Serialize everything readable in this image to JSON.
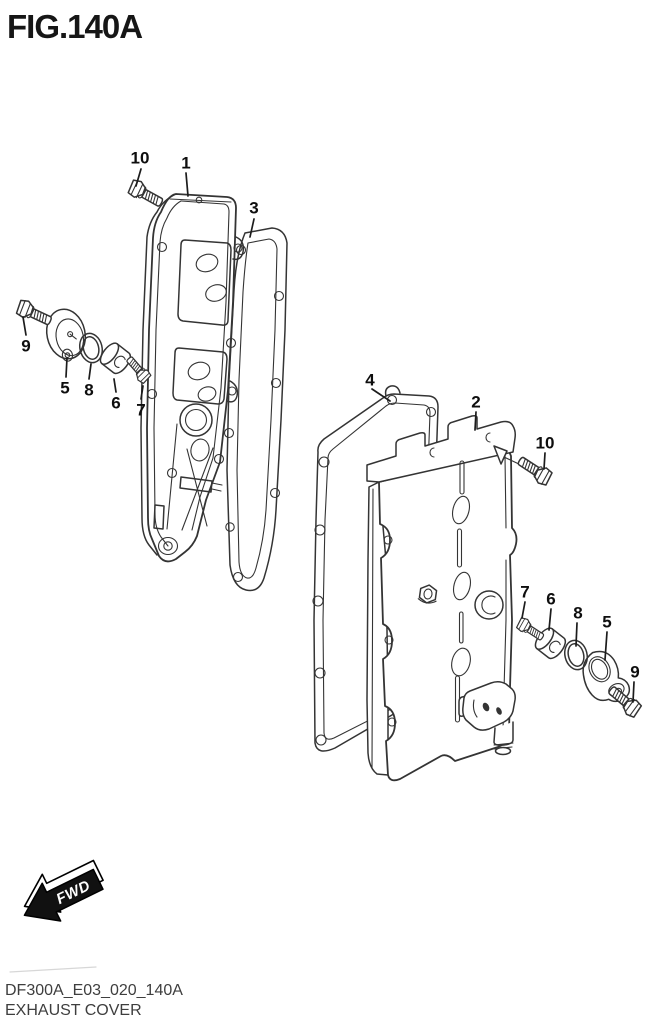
{
  "title": "FIG.140A",
  "footer": {
    "drawing_code": "DF300A_E03_020_140A",
    "figure_name": "EXHAUST COVER"
  },
  "orientation": {
    "label": "FWD"
  },
  "colors": {
    "background": "#ffffff",
    "line_art": "#343434",
    "callout_text": "#0e0e0e",
    "footer_text": "#3e3e3e",
    "fwd_arrow_fill": "#111111"
  },
  "callouts": [
    {
      "label": "10"
    },
    {
      "label": "1"
    },
    {
      "label": "3"
    },
    {
      "label": "9"
    },
    {
      "label": "5"
    },
    {
      "label": "8"
    },
    {
      "label": "6"
    },
    {
      "label": "7"
    },
    {
      "label": "4"
    },
    {
      "label": "2"
    },
    {
      "label": "10"
    },
    {
      "label": "7"
    },
    {
      "label": "6"
    },
    {
      "label": "8"
    },
    {
      "label": "5"
    },
    {
      "label": "9"
    }
  ]
}
